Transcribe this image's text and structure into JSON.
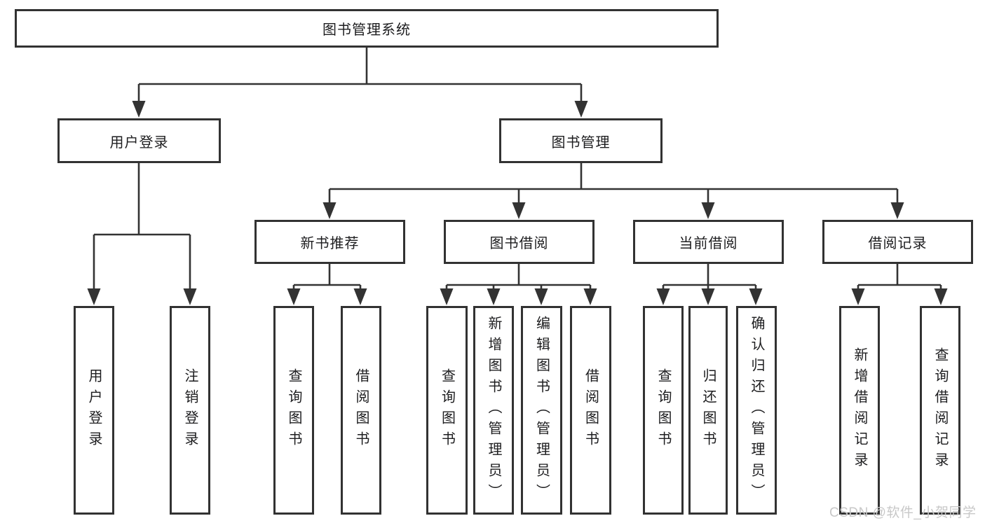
{
  "colors": {
    "border": "#323232",
    "line": "#333333",
    "text": "#1d1d1f",
    "background": "#ffffff",
    "watermark_color": "#c8c8c8"
  },
  "tree": {
    "root": {
      "label": "图书管理系统"
    },
    "branches": [
      {
        "label": "用户登录",
        "children": [
          {
            "label": "用户登录"
          },
          {
            "label": "注销登录"
          }
        ]
      },
      {
        "label": "图书管理",
        "children": [
          {
            "label": "新书推荐",
            "children": [
              {
                "label": "查询图书"
              },
              {
                "label": "借阅图书"
              }
            ]
          },
          {
            "label": "图书借阅",
            "children": [
              {
                "label": "查询图书"
              },
              {
                "label": "新增图书（管理员）"
              },
              {
                "label": "编辑图书（管理员）"
              },
              {
                "label": "借阅图书"
              }
            ]
          },
          {
            "label": "当前借阅",
            "children": [
              {
                "label": "查询图书"
              },
              {
                "label": "归还图书"
              },
              {
                "label": "确认归还（管理员）"
              }
            ]
          },
          {
            "label": "借阅记录",
            "children": [
              {
                "label": "新增借阅记录"
              },
              {
                "label": "查询借阅记录"
              }
            ]
          }
        ]
      }
    ]
  },
  "watermark": {
    "text": "CSDN @软件_小贺同学"
  }
}
